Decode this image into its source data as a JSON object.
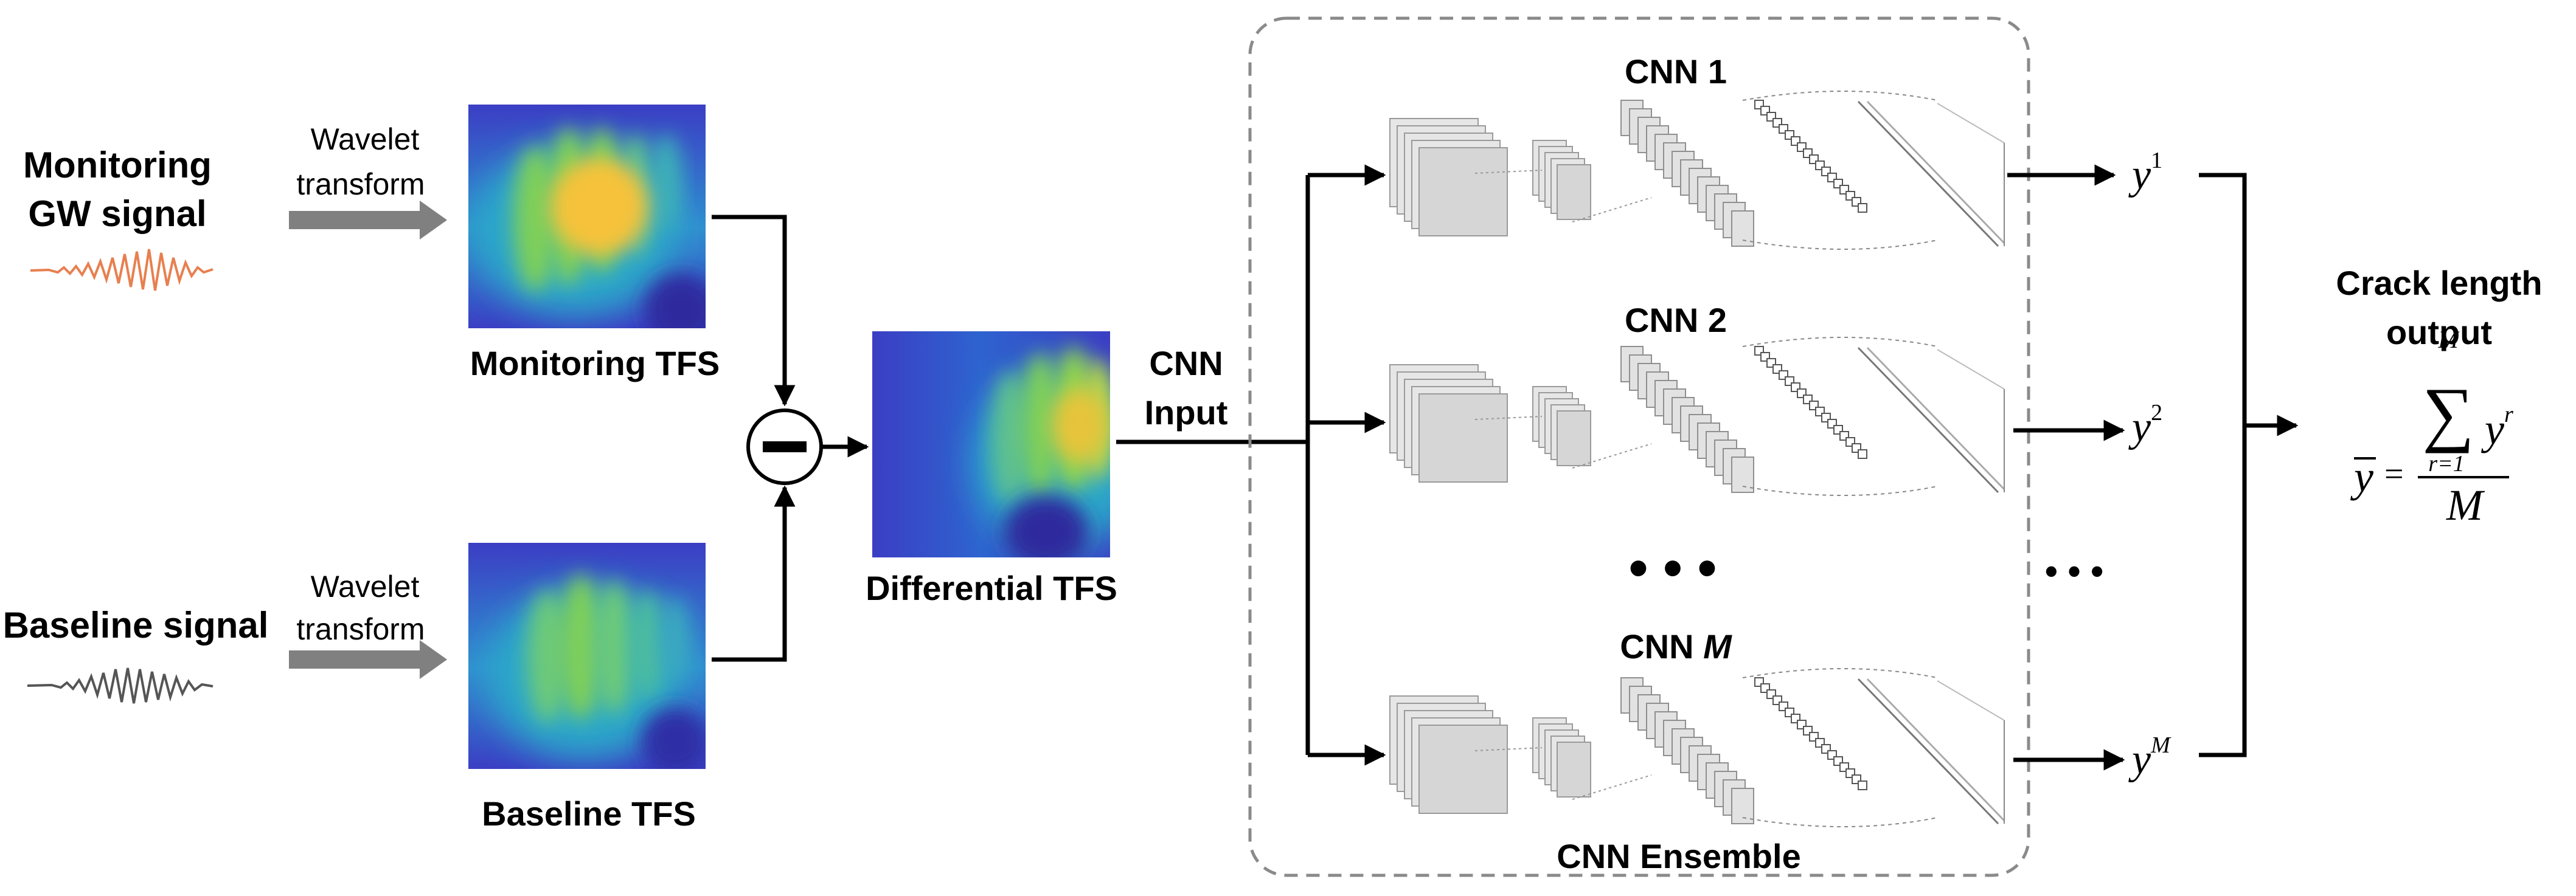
{
  "inputs": {
    "monitoring_label_line1": "Monitoring",
    "monitoring_label_line2": "GW signal",
    "baseline_label": "Baseline signal",
    "wavelet_line1": "Wavelet",
    "wavelet_line2": "transform",
    "monitoring_signal_color": "#e87f4f",
    "baseline_signal_color": "#555555"
  },
  "tfs": {
    "monitoring": "Monitoring TFS",
    "baseline": "Baseline TFS",
    "differential": "Differential TFS"
  },
  "operator_symbol": "−",
  "cnn_input_line1": "CNN",
  "cnn_input_line2": "Input",
  "ensemble": {
    "title": "CNN Ensemble",
    "cnn1": "CNN 1",
    "cnn2": "CNN 2",
    "cnnm_prefix": "CNN ",
    "cnnm_var": "M",
    "dots": "• • •",
    "out_dots": "• • •"
  },
  "outputs": {
    "y": "y",
    "sup1": "1",
    "sup2": "2",
    "supm": "M"
  },
  "result": {
    "line1": "Crack length",
    "line2": "output",
    "ybar": "y",
    "equals": "=",
    "sum_symbol": "∑",
    "sum_upper": "M",
    "sum_lower": "r=1",
    "sum_term": "y",
    "sum_term_sup": "r",
    "denominator": "M"
  },
  "colors": {
    "heatmap_low": "#3a3dbf",
    "heatmap_mid": "#2aa7c9",
    "heatmap_green": "#7ecf5a",
    "heatmap_high": "#f6c23a",
    "wavelet_arrow": "#808080",
    "dashed_border": "#8a8a8a"
  }
}
